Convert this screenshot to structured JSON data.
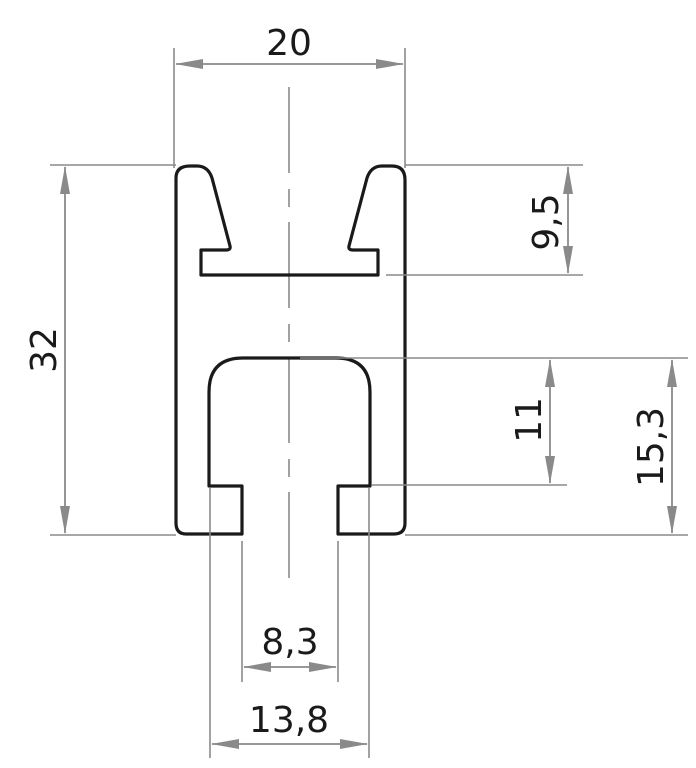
{
  "drawing": {
    "type": "technical-profile-cross-section",
    "units": "mm",
    "colors": {
      "profile_stroke": "#1a1a1a",
      "dimension_lines": "#8a8a8a",
      "text": "#1a1a1a",
      "background": "#ffffff"
    },
    "dimensions": {
      "overall_width": {
        "label": "20",
        "value": 20,
        "orientation": "horizontal",
        "position": "top"
      },
      "overall_height": {
        "label": "32",
        "value": 32,
        "orientation": "vertical",
        "position": "left"
      },
      "top_slot_depth": {
        "label": "9,5",
        "value": 9.5,
        "orientation": "vertical",
        "position": "right-upper"
      },
      "bottom_cavity_inner_height": {
        "label": "11",
        "value": 11,
        "orientation": "vertical",
        "position": "right-lower-inner"
      },
      "bottom_cavity_total_height": {
        "label": "15,3",
        "value": 15.3,
        "orientation": "vertical",
        "position": "right-lower-outer"
      },
      "bottom_slot_opening": {
        "label": "8,3",
        "value": 8.3,
        "orientation": "horizontal",
        "position": "bottom-upper"
      },
      "bottom_cavity_width": {
        "label": "13,8",
        "value": 13.8,
        "orientation": "horizontal",
        "position": "bottom-lower"
      }
    },
    "centerline": {
      "style": "dash-dot",
      "orientation": "vertical"
    }
  }
}
